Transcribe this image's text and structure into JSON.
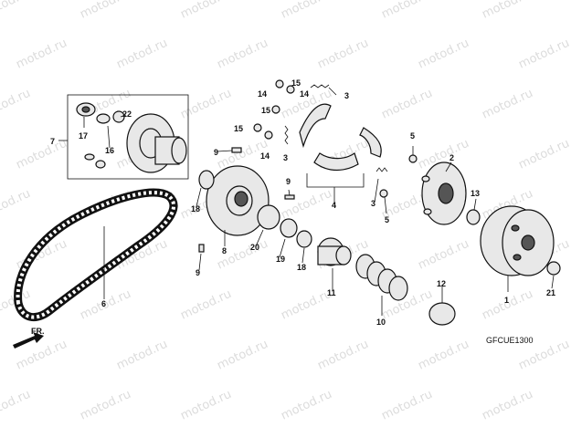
{
  "diagram_code": "GFCUE1300",
  "direction_mark": "FR.",
  "watermark": "motod.ru",
  "callouts": {
    "n1": "1",
    "n2": "2",
    "n3a": "3",
    "n3b": "3",
    "n3c": "3",
    "n4": "4",
    "n5a": "5",
    "n5b": "5",
    "n6": "6",
    "n7": "7",
    "n8": "8",
    "n9a": "9",
    "n9b": "9",
    "n9c": "9",
    "n10": "10",
    "n11": "11",
    "n12": "12",
    "n13": "13",
    "n14a": "14",
    "n14b": "14",
    "n14c": "14",
    "n15a": "15",
    "n15b": "15",
    "n15c": "15",
    "n16": "16",
    "n17": "17",
    "n18a": "18",
    "n18b": "18",
    "n19": "19",
    "n20": "20",
    "n21": "21",
    "n22": "22"
  }
}
